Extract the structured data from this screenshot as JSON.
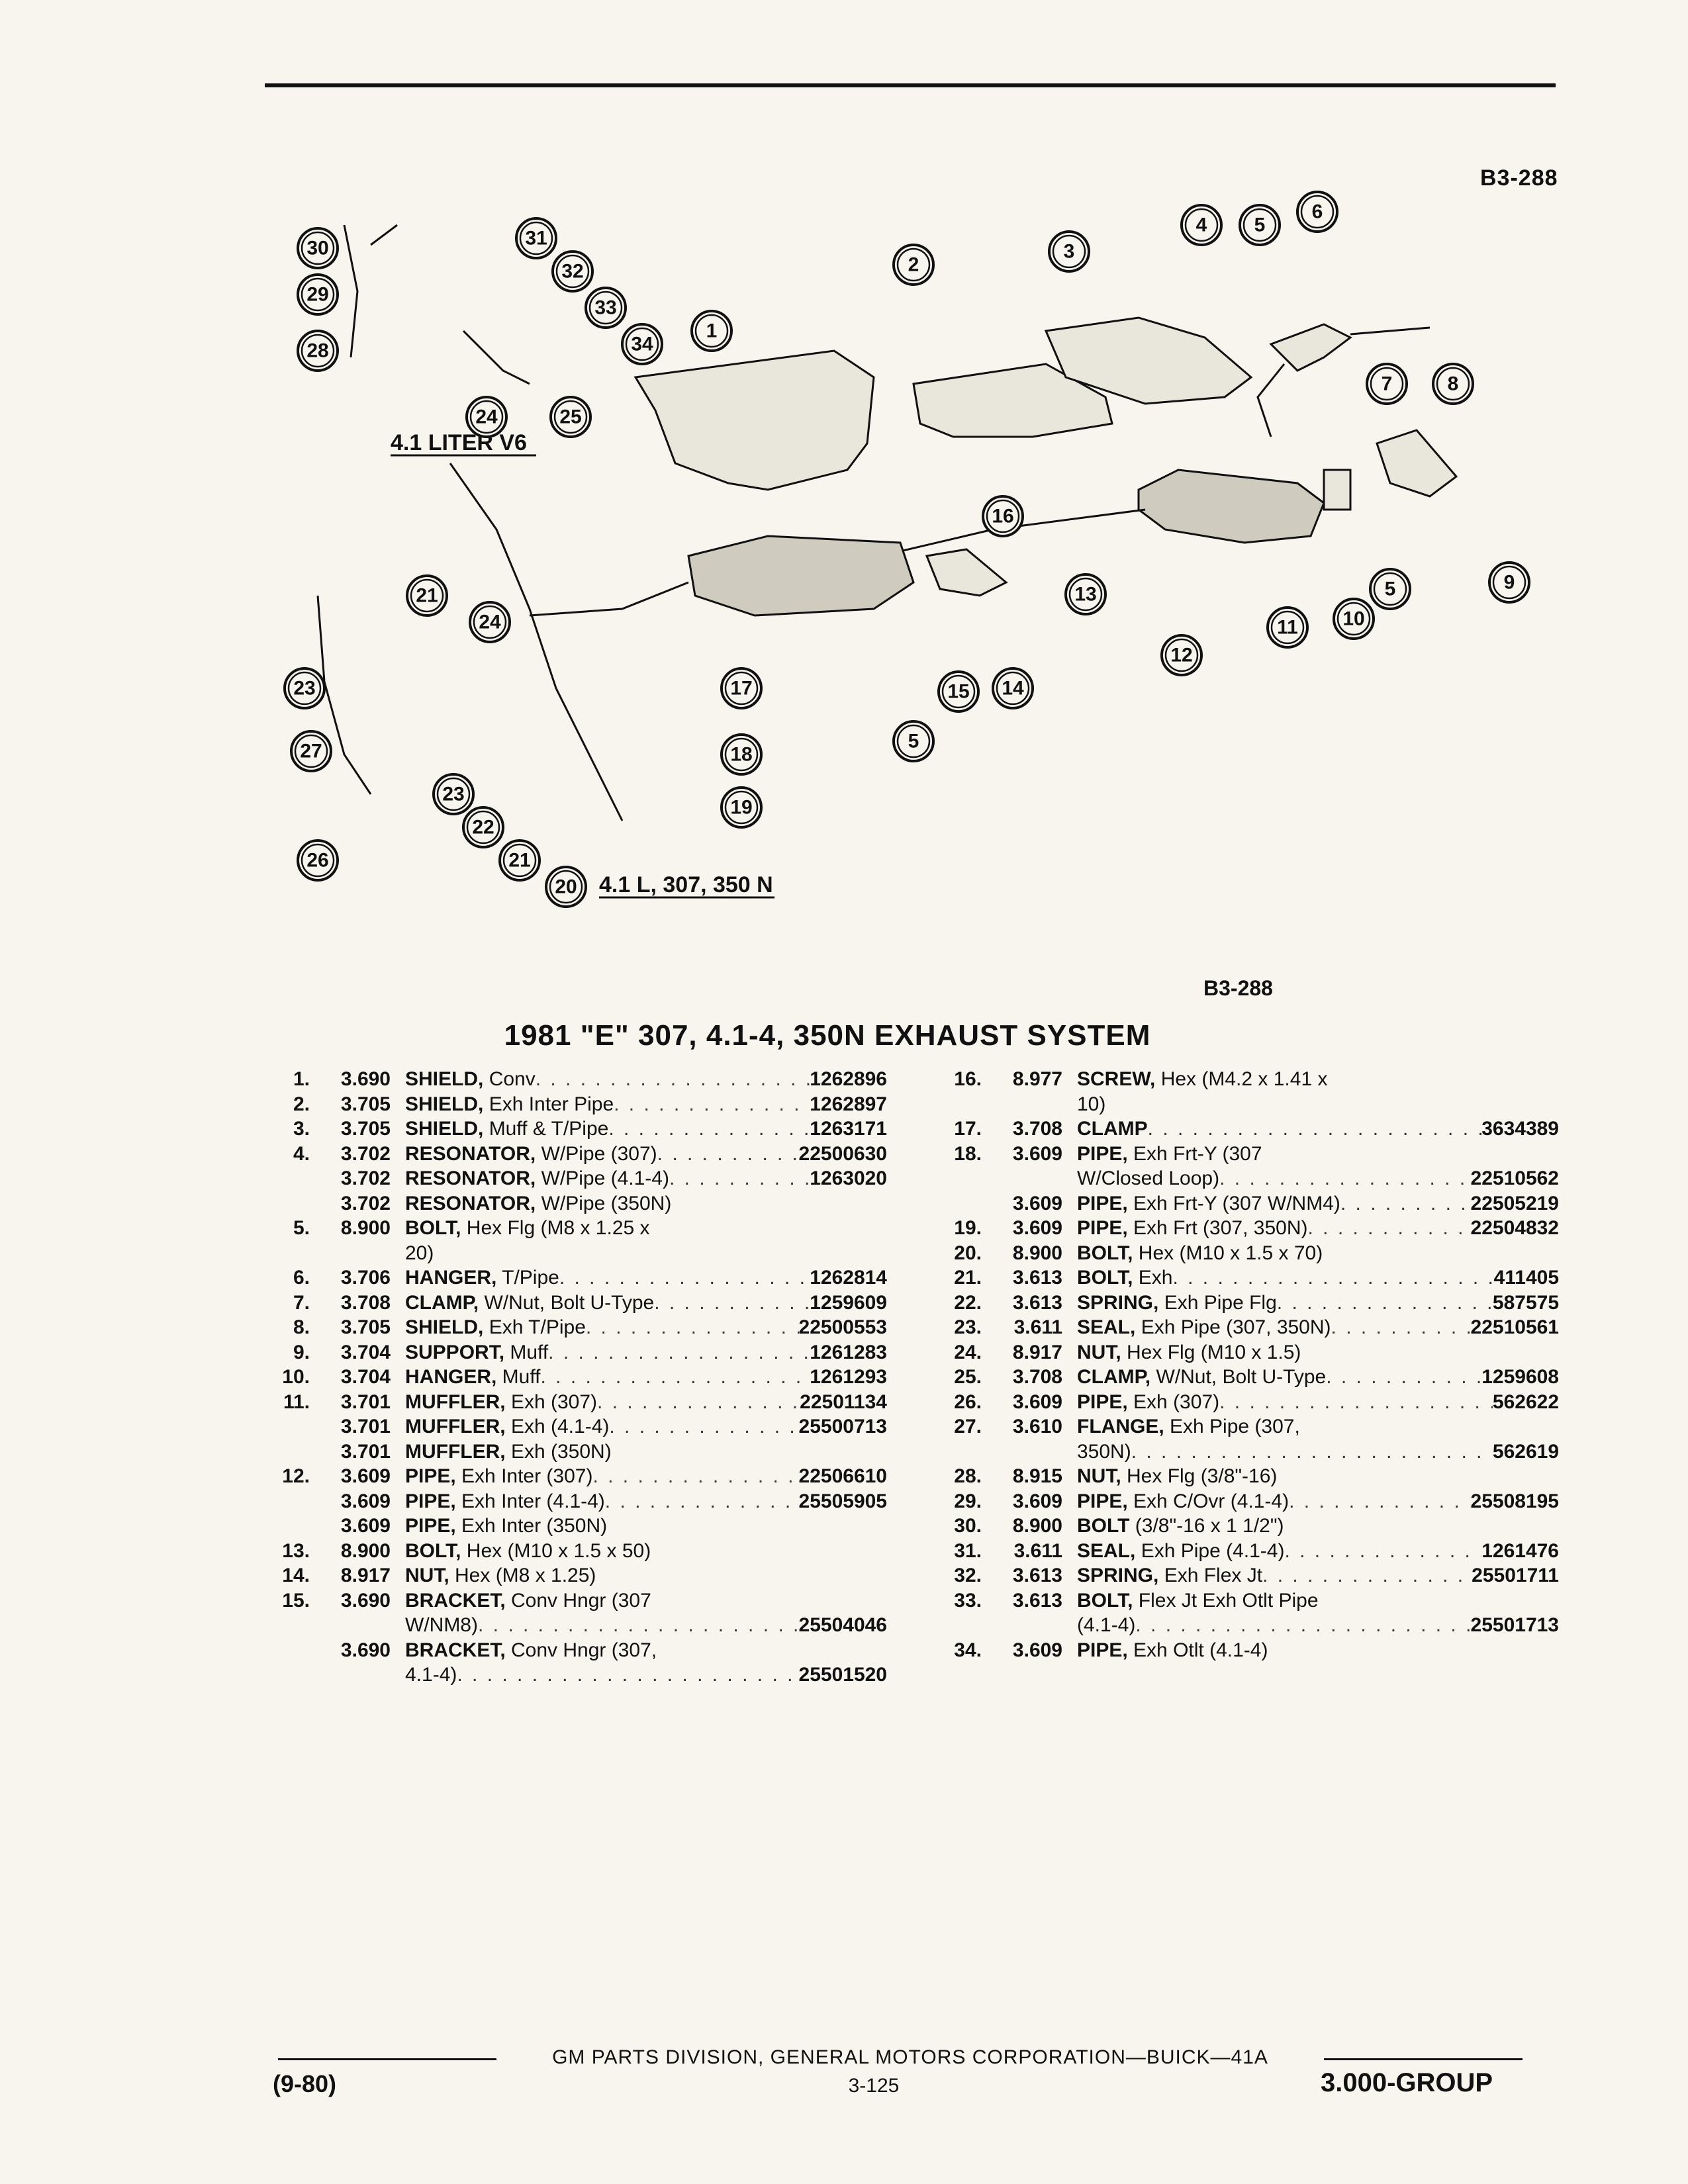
{
  "figure_code": "B3-288",
  "diagram": {
    "labels": {
      "v6": "4.1 LITER V6",
      "engines": "4.1 L, 307, 350 N"
    },
    "callouts": [
      "1",
      "2",
      "3",
      "4",
      "5",
      "6",
      "7",
      "8",
      "9",
      "10",
      "11",
      "12",
      "13",
      "14",
      "15",
      "16",
      "17",
      "18",
      "19",
      "20",
      "21",
      "22",
      "23",
      "24",
      "25",
      "26",
      "27",
      "28",
      "29",
      "30",
      "31",
      "32",
      "33",
      "34"
    ]
  },
  "title": "1981 \"E\" 307, 4.1-4, 350N EXHAUST SYSTEM",
  "parts_left": [
    {
      "num": "1.",
      "group": "3.690",
      "name": "SHIELD,",
      "detail": " Conv",
      "pn": "1262896"
    },
    {
      "num": "2.",
      "group": "3.705",
      "name": "SHIELD,",
      "detail": " Exh Inter Pipe",
      "pn": "1262897"
    },
    {
      "num": "3.",
      "group": "3.705",
      "name": "SHIELD,",
      "detail": " Muff & T/Pipe",
      "pn": "1263171"
    },
    {
      "num": "4.",
      "group": "3.702",
      "name": "RESONATOR,",
      "detail": " W/Pipe (307)",
      "pn": "22500630"
    },
    {
      "num": "",
      "group": "3.702",
      "name": "RESONATOR,",
      "detail": " W/Pipe (4.1-4)",
      "pn": "1263020"
    },
    {
      "num": "",
      "group": "3.702",
      "name": "RESONATOR,",
      "detail": " W/Pipe (350N)",
      "pn": ""
    },
    {
      "num": "5.",
      "group": "8.900",
      "name": "BOLT,",
      "detail": " Hex Flg (M8 x 1.25 x",
      "pn": ""
    },
    {
      "num": "",
      "group": "",
      "name": "",
      "detail": "20)",
      "pn": ""
    },
    {
      "num": "6.",
      "group": "3.706",
      "name": "HANGER,",
      "detail": " T/Pipe",
      "pn": "1262814"
    },
    {
      "num": "7.",
      "group": "3.708",
      "name": "CLAMP,",
      "detail": " W/Nut, Bolt U-Type",
      "pn": "1259609"
    },
    {
      "num": "8.",
      "group": "3.705",
      "name": "SHIELD,",
      "detail": " Exh T/Pipe",
      "pn": "22500553"
    },
    {
      "num": "9.",
      "group": "3.704",
      "name": "SUPPORT,",
      "detail": " Muff",
      "pn": "1261283"
    },
    {
      "num": "10.",
      "group": "3.704",
      "name": "HANGER,",
      "detail": " Muff",
      "pn": "1261293"
    },
    {
      "num": "11.",
      "group": "3.701",
      "name": "MUFFLER,",
      "detail": " Exh (307)",
      "pn": "22501134"
    },
    {
      "num": "",
      "group": "3.701",
      "name": "MUFFLER,",
      "detail": " Exh (4.1-4)",
      "pn": "25500713"
    },
    {
      "num": "",
      "group": "3.701",
      "name": "MUFFLER,",
      "detail": " Exh (350N)",
      "pn": ""
    },
    {
      "num": "12.",
      "group": "3.609",
      "name": "PIPE,",
      "detail": " Exh Inter (307)",
      "pn": "22506610"
    },
    {
      "num": "",
      "group": "3.609",
      "name": "PIPE,",
      "detail": " Exh Inter (4.1-4)",
      "pn": "25505905"
    },
    {
      "num": "",
      "group": "3.609",
      "name": "PIPE,",
      "detail": " Exh Inter (350N)",
      "pn": ""
    },
    {
      "num": "13.",
      "group": "8.900",
      "name": "BOLT,",
      "detail": " Hex (M10 x 1.5 x 50)",
      "pn": ""
    },
    {
      "num": "14.",
      "group": "8.917",
      "name": "NUT,",
      "detail": " Hex (M8 x 1.25)",
      "pn": ""
    },
    {
      "num": "15.",
      "group": "3.690",
      "name": "BRACKET,",
      "detail": " Conv Hngr (307",
      "pn": ""
    },
    {
      "num": "",
      "group": "",
      "name": "",
      "detail": "W/NM8)",
      "pn": "25504046"
    },
    {
      "num": "",
      "group": "3.690",
      "name": "BRACKET,",
      "detail": " Conv Hngr (307,",
      "pn": ""
    },
    {
      "num": "",
      "group": "",
      "name": "",
      "detail": "4.1-4)",
      "pn": "25501520"
    }
  ],
  "parts_right": [
    {
      "num": "16.",
      "group": "8.977",
      "name": "SCREW,",
      "detail": " Hex (M4.2 x 1.41 x",
      "pn": ""
    },
    {
      "num": "",
      "group": "",
      "name": "",
      "detail": "10)",
      "pn": ""
    },
    {
      "num": "17.",
      "group": "3.708",
      "name": "CLAMP",
      "detail": "",
      "pn": "3634389"
    },
    {
      "num": "18.",
      "group": "3.609",
      "name": "PIPE,",
      "detail": " Exh Frt-Y (307",
      "pn": ""
    },
    {
      "num": "",
      "group": "",
      "name": "",
      "detail": "W/Closed Loop)",
      "pn": "22510562"
    },
    {
      "num": "",
      "group": "3.609",
      "name": "PIPE,",
      "detail": " Exh Frt-Y (307 W/NM4)",
      "pn": "22505219"
    },
    {
      "num": "19.",
      "group": "3.609",
      "name": "PIPE,",
      "detail": " Exh Frt (307, 350N)",
      "pn": "22504832"
    },
    {
      "num": "20.",
      "group": "8.900",
      "name": "BOLT,",
      "detail": " Hex (M10 x 1.5 x 70)",
      "pn": ""
    },
    {
      "num": "21.",
      "group": "3.613",
      "name": "BOLT,",
      "detail": " Exh",
      "pn": "411405"
    },
    {
      "num": "22.",
      "group": "3.613",
      "name": "SPRING,",
      "detail": " Exh Pipe Flg",
      "pn": "587575"
    },
    {
      "num": "23.",
      "group": "3.611",
      "name": "SEAL,",
      "detail": " Exh Pipe (307, 350N)",
      "pn": "22510561"
    },
    {
      "num": "24.",
      "group": "8.917",
      "name": "NUT,",
      "detail": " Hex Flg (M10 x 1.5)",
      "pn": ""
    },
    {
      "num": "25.",
      "group": "3.708",
      "name": "CLAMP,",
      "detail": " W/Nut, Bolt U-Type",
      "pn": "1259608"
    },
    {
      "num": "26.",
      "group": "3.609",
      "name": "PIPE,",
      "detail": " Exh (307)",
      "pn": "562622"
    },
    {
      "num": "27.",
      "group": "3.610",
      "name": "FLANGE,",
      "detail": " Exh Pipe (307,",
      "pn": ""
    },
    {
      "num": "",
      "group": "",
      "name": "",
      "detail": "350N)",
      "pn": "562619"
    },
    {
      "num": "28.",
      "group": "8.915",
      "name": "NUT,",
      "detail": " Hex Flg (3/8\"-16)",
      "pn": ""
    },
    {
      "num": "29.",
      "group": "3.609",
      "name": "PIPE,",
      "detail": " Exh C/Ovr (4.1-4)",
      "pn": "25508195"
    },
    {
      "num": "30.",
      "group": "8.900",
      "name": "BOLT",
      "detail": " (3/8\"-16 x 1 1/2\")",
      "pn": ""
    },
    {
      "num": "31.",
      "group": "3.611",
      "name": "SEAL,",
      "detail": " Exh Pipe (4.1-4)",
      "pn": "1261476"
    },
    {
      "num": "32.",
      "group": "3.613",
      "name": "SPRING,",
      "detail": " Exh Flex Jt",
      "pn": "25501711"
    },
    {
      "num": "33.",
      "group": "3.613",
      "name": "BOLT,",
      "detail": " Flex Jt Exh Otlt Pipe",
      "pn": ""
    },
    {
      "num": "",
      "group": "",
      "name": "",
      "detail": "(4.1-4)",
      "pn": "25501713"
    },
    {
      "num": "34.",
      "group": "3.609",
      "name": "PIPE,",
      "detail": " Exh Otlt (4.1-4)",
      "pn": ""
    }
  ],
  "footer": {
    "line": "GM PARTS DIVISION, GENERAL MOTORS CORPORATION—BUICK—41A",
    "date": "(9-80)",
    "page": "3-125",
    "group": "3.000-GROUP"
  }
}
